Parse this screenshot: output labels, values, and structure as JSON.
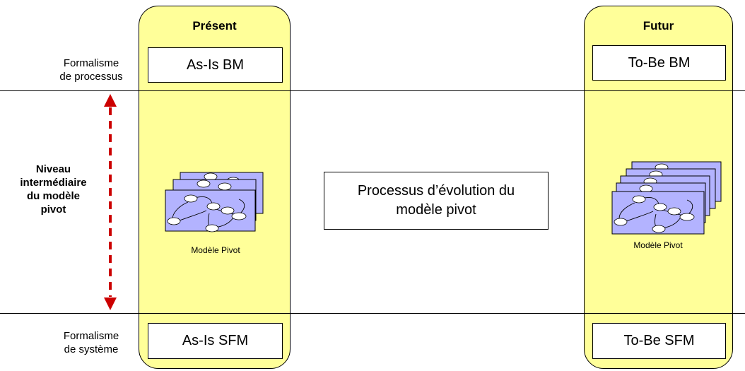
{
  "columns": {
    "present": {
      "title": "Présent",
      "top_box": "As-Is BM",
      "bottom_box": "As-Is SFM",
      "caption": "Modèle Pivot"
    },
    "future": {
      "title": "Futur",
      "top_box": "To-Be BM",
      "bottom_box": "To-Be SFM",
      "caption": "Modèle Pivot"
    }
  },
  "left_labels": {
    "process_formalism": [
      "Formalisme",
      "de processus"
    ],
    "level": [
      "Niveau",
      "intermédiaire",
      "du modèle",
      "pivot"
    ],
    "system_formalism": [
      "Formalisme",
      "de système"
    ]
  },
  "center_box": [
    "Processus d’évolution du",
    "modèle pivot"
  ],
  "colors": {
    "column_fill": "#ffff99",
    "model_fill": "#b3b3ff",
    "arrow": "#cc0000"
  }
}
